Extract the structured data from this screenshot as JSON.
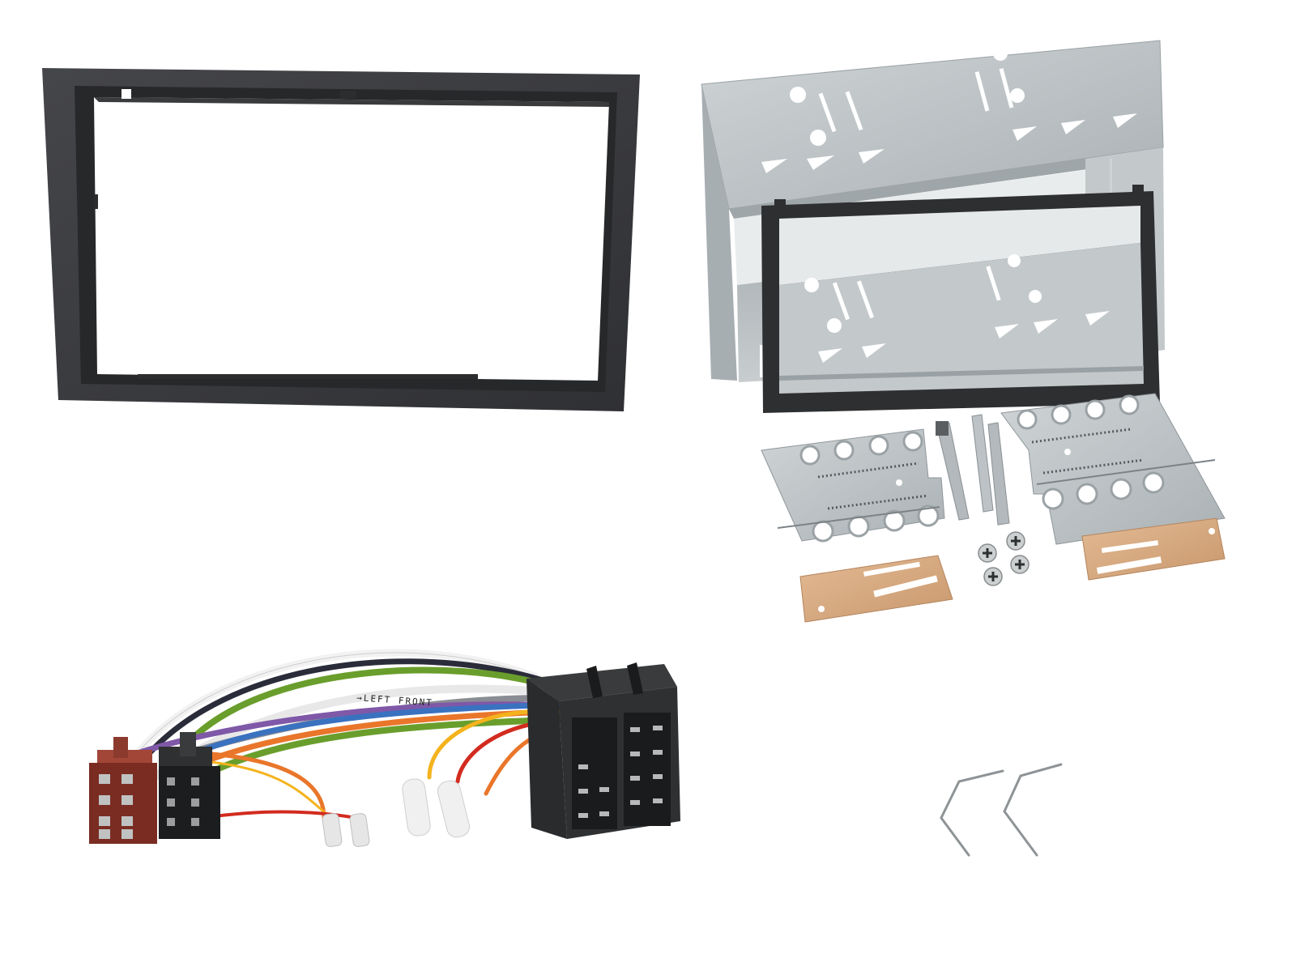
{
  "image": {
    "subject": "Double DIN car radio fitting kit",
    "background_color": "#ffffff",
    "components": [
      {
        "id": "fascia-panel",
        "description": "Anthracite double-DIN fascia frame",
        "color": "#3a3b3d"
      },
      {
        "id": "mounting-cage",
        "description": "Galvanised steel double-DIN mounting cage",
        "color": "#b9bfc2"
      },
      {
        "id": "trim-ring",
        "description": "Black rectangular trim ring",
        "color": "#2e2f31"
      },
      {
        "id": "side-brackets",
        "description": "Two perforated steel side brackets",
        "color": "#bcc2c5",
        "count": 2
      },
      {
        "id": "release-tabs",
        "description": "Two steel release/lock strips",
        "color": "#b0b6b9",
        "count": 2
      },
      {
        "id": "screws",
        "description": "Phillips screws",
        "color": "#c9cccd",
        "count": 4
      },
      {
        "id": "copper-clips",
        "description": "Copper spring clip plates",
        "color": "#d8ad85",
        "count": 2
      },
      {
        "id": "iso-harness",
        "description": "ISO wiring harness adapter",
        "connectors": [
          "brown ISO plug",
          "black ISO plug",
          "black ISO socket block"
        ]
      },
      {
        "id": "removal-keys",
        "description": "Radio removal keys (U-shaped wire tools)",
        "count": 2
      }
    ],
    "wire_text": "→LEFT FRONT",
    "wire_colors": [
      "#f2f2f2",
      "#2a2c3a",
      "#6a9e2c",
      "#7f58a8",
      "#3a72c0",
      "#e9762a",
      "#f4b31d",
      "#d22b1f",
      "#8a8d94"
    ]
  }
}
